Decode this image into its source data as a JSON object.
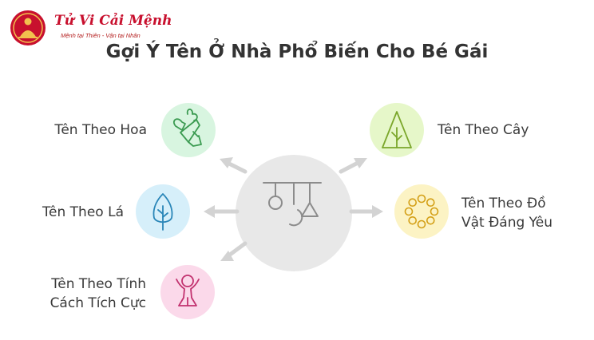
{
  "brand": {
    "name": "Tử Vi Cải Mệnh",
    "slogan": "Mệnh tại Thiên - Vận tại Nhân"
  },
  "title": "Gợi Ý Tên Ở Nhà Phổ Biến Cho Bé Gái",
  "center": {
    "icon": "mobile-icon",
    "color": "#e8e8e8"
  },
  "categories": [
    {
      "label_lines": [
        "Tên Theo Hoa"
      ],
      "icon": "bouquet-icon",
      "color": "#d8f5e0"
    },
    {
      "label_lines": [
        "Tên Theo Lá"
      ],
      "icon": "leaf-tree-icon",
      "color": "#d6effa"
    },
    {
      "label_lines": [
        "Tên Theo Tính",
        "Cách Tích Cực"
      ],
      "icon": "child-icon",
      "color": "#fbd9ea"
    },
    {
      "label_lines": [
        "Tên Theo Cây"
      ],
      "icon": "tree-icon",
      "color": "#e6f7c9"
    },
    {
      "label_lines": [
        "Tên Theo Đồ",
        "Vật Đáng Yêu"
      ],
      "icon": "bead-bracelet-icon",
      "color": "#fcf3c4"
    }
  ]
}
